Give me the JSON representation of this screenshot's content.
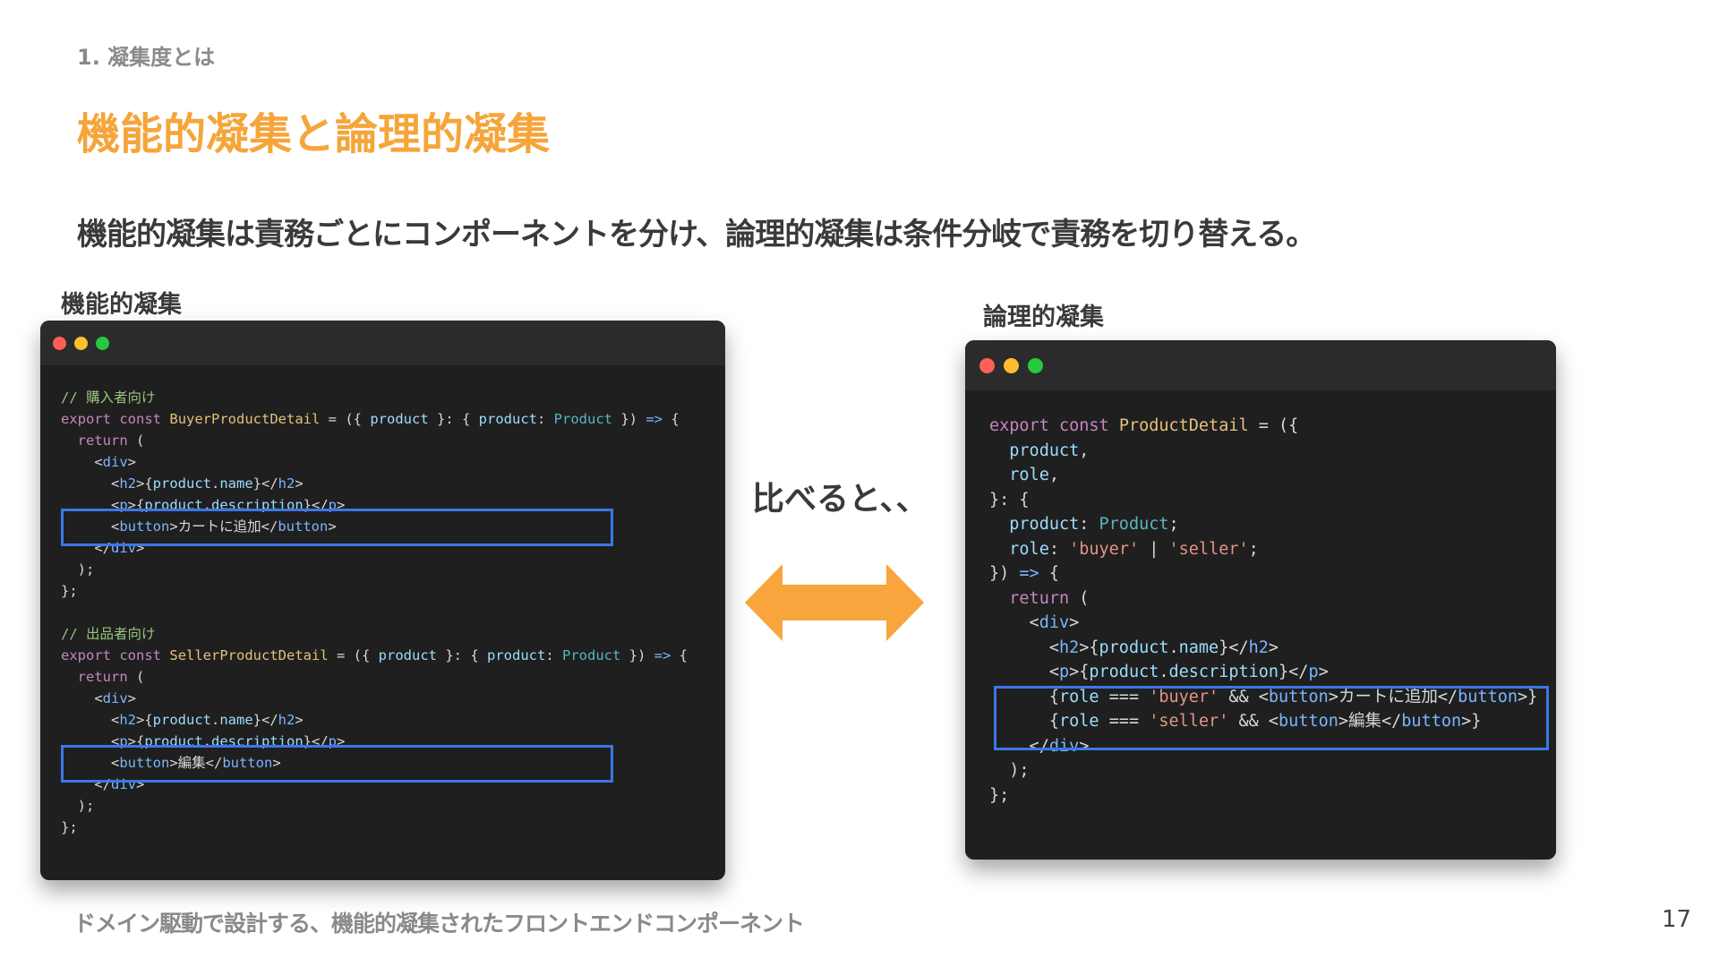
{
  "header": {
    "section_label": "1. 凝集度とは",
    "title": "機能的凝集と論理的凝集",
    "lead": "機能的凝集は責務ごとにコンポーネントを分け、論理的凝集は条件分岐で責務を切り替える。"
  },
  "left_pane": {
    "label": "機能的凝集",
    "code_lines": [
      "// 購入者向け",
      "export const BuyerProductDetail = ({ product }: { product: Product }) => {",
      "  return (",
      "    <div>",
      "      <h2>{product.name}</h2>",
      "      <p>{product.description}</p>",
      "      <button>カートに追加</button>",
      "    </div>",
      "  );",
      "};",
      "",
      "// 出品者向け",
      "export const SellerProductDetail = ({ product }: { product: Product }) => {",
      "  return (",
      "    <div>",
      "      <h2>{product.name}</h2>",
      "      <p>{product.description}</p>",
      "      <button>編集</button>",
      "    </div>",
      "  );",
      "};"
    ]
  },
  "middle": {
    "compare_text": "比べると、、",
    "arrow_icon": "double-arrow-icon",
    "arrow_color": "#f7a53c"
  },
  "right_pane": {
    "label": "論理的凝集",
    "code_lines": [
      "export const ProductDetail = ({",
      "  product,",
      "  role,",
      "}: {",
      "  product: Product;",
      "  role: 'buyer' | 'seller';",
      "}) => {",
      "  return (",
      "    <div>",
      "      <h2>{product.name}</h2>",
      "      <p>{product.description}</p>",
      "      {role === 'buyer' && <button>カートに追加</button>}",
      "      {role === 'seller' && <button>編集</button>}",
      "    </div>",
      "  );",
      "};"
    ]
  },
  "footer": {
    "text": "ドメイン駆動で設計する、機能的凝集されたフロントエンドコンポーネント",
    "page_number": "17"
  },
  "colors": {
    "title": "#f5a53a",
    "highlight_box": "#3a78e6",
    "code_bg": "#1f1f1f"
  }
}
